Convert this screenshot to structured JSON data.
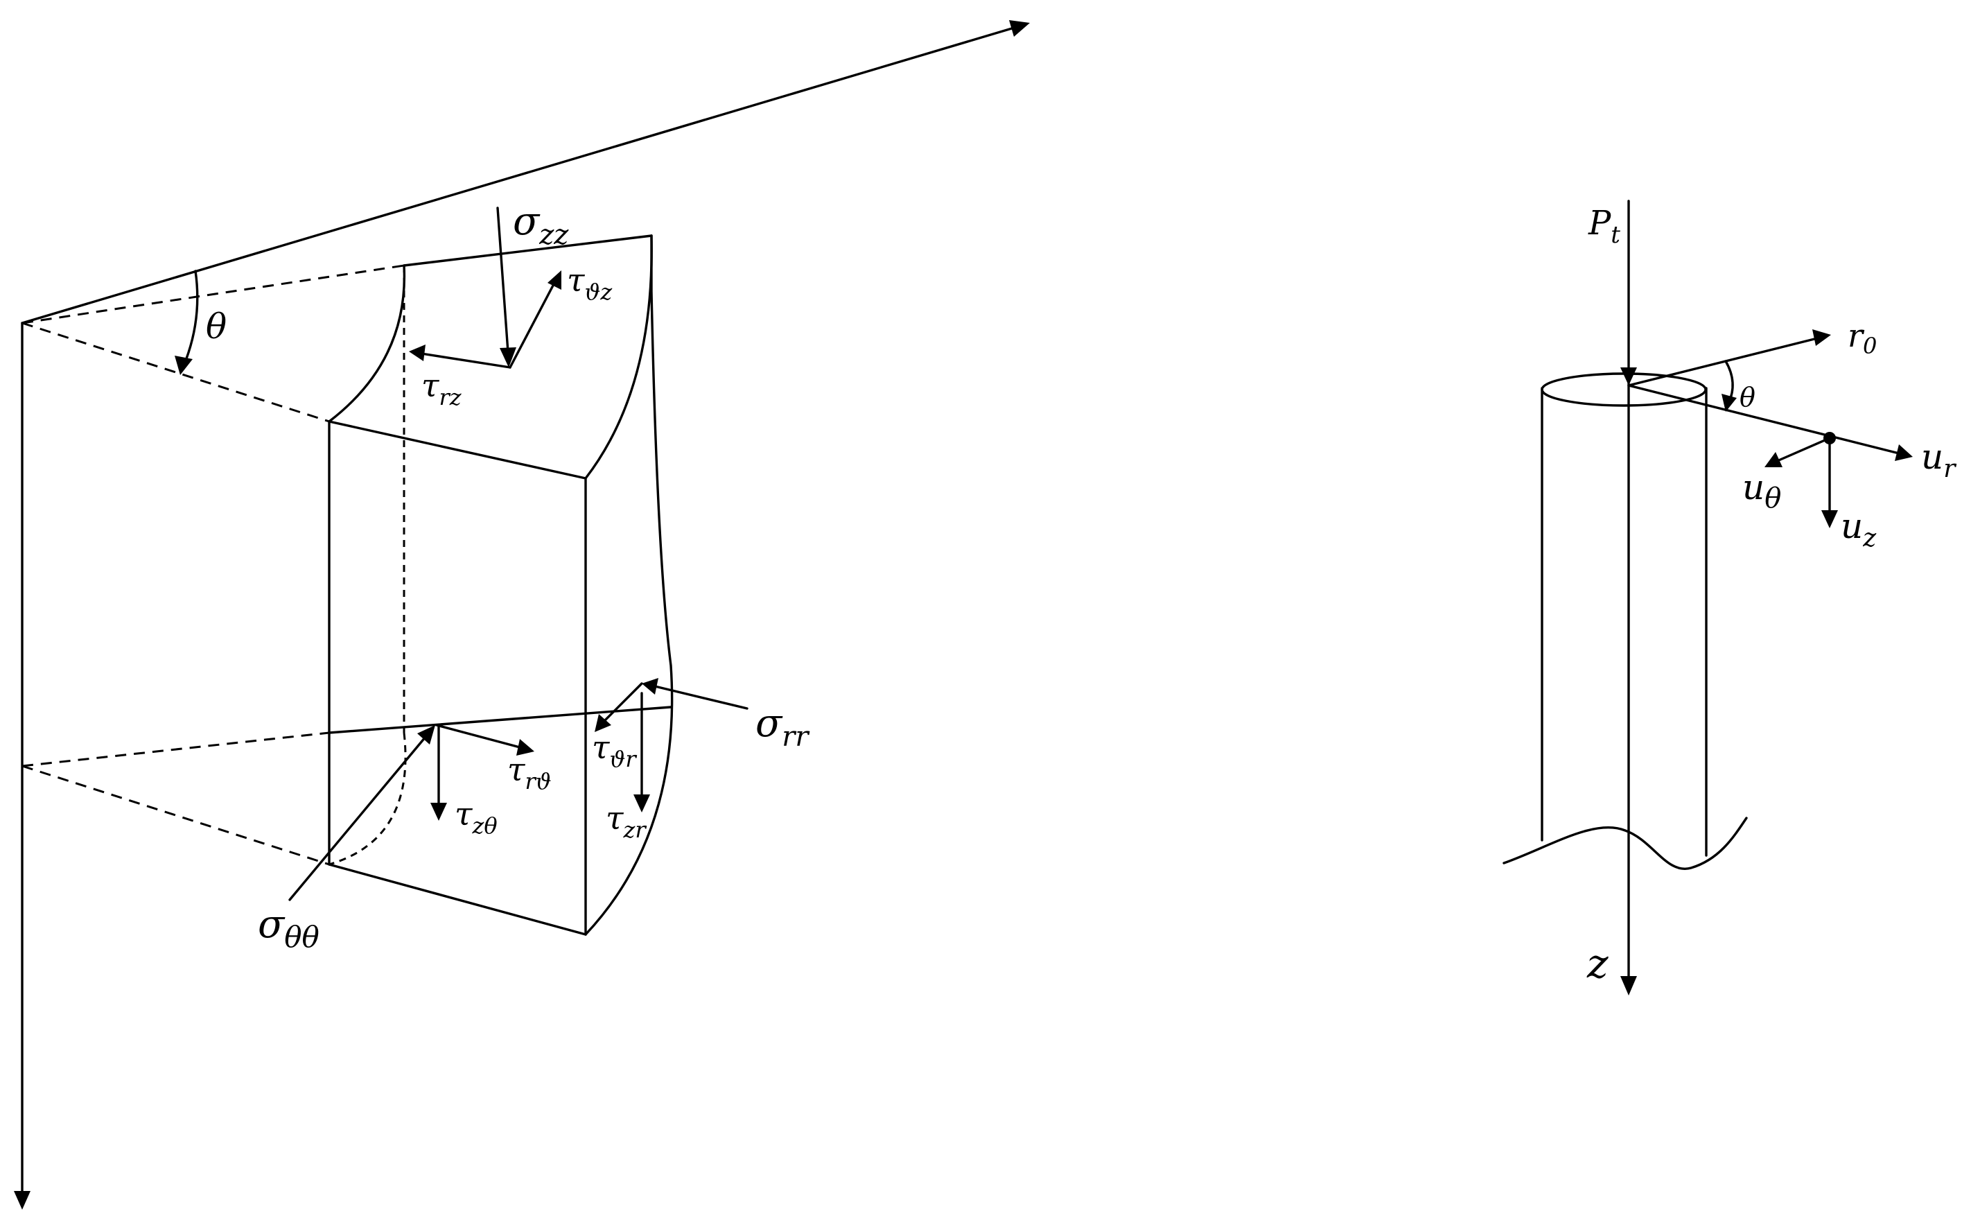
{
  "colors": {
    "ink": "#000000",
    "background": "#ffffff"
  },
  "element_diagram": {
    "labels": {
      "theta": "θ",
      "sigma_zz": {
        "base": "σ",
        "sub": "zz"
      },
      "tau_theta_z": {
        "base": "τ",
        "sub": "ϑz"
      },
      "tau_rz": {
        "base": "τ",
        "sub": "rz"
      },
      "sigma_rr": {
        "base": "σ",
        "sub": "rr"
      },
      "tau_theta_r": {
        "base": "τ",
        "sub": "ϑr"
      },
      "tau_r_theta": {
        "base": "τ",
        "sub": "rϑ"
      },
      "tau_z_theta": {
        "base": "τ",
        "sub": "zθ"
      },
      "tau_zr": {
        "base": "τ",
        "sub": "zr"
      },
      "sigma_theta_theta": {
        "base": "σ",
        "sub": "θθ"
      }
    }
  },
  "pile_diagram": {
    "labels": {
      "load": {
        "base": "P",
        "sub": "t"
      },
      "radius": {
        "base": "r",
        "sub": "0"
      },
      "theta": "θ",
      "u_r": {
        "base": "u",
        "sub": "r"
      },
      "u_theta": {
        "base": "u",
        "sub": "θ"
      },
      "u_z": {
        "base": "u",
        "sub": "z"
      },
      "z_axis": "z"
    }
  }
}
